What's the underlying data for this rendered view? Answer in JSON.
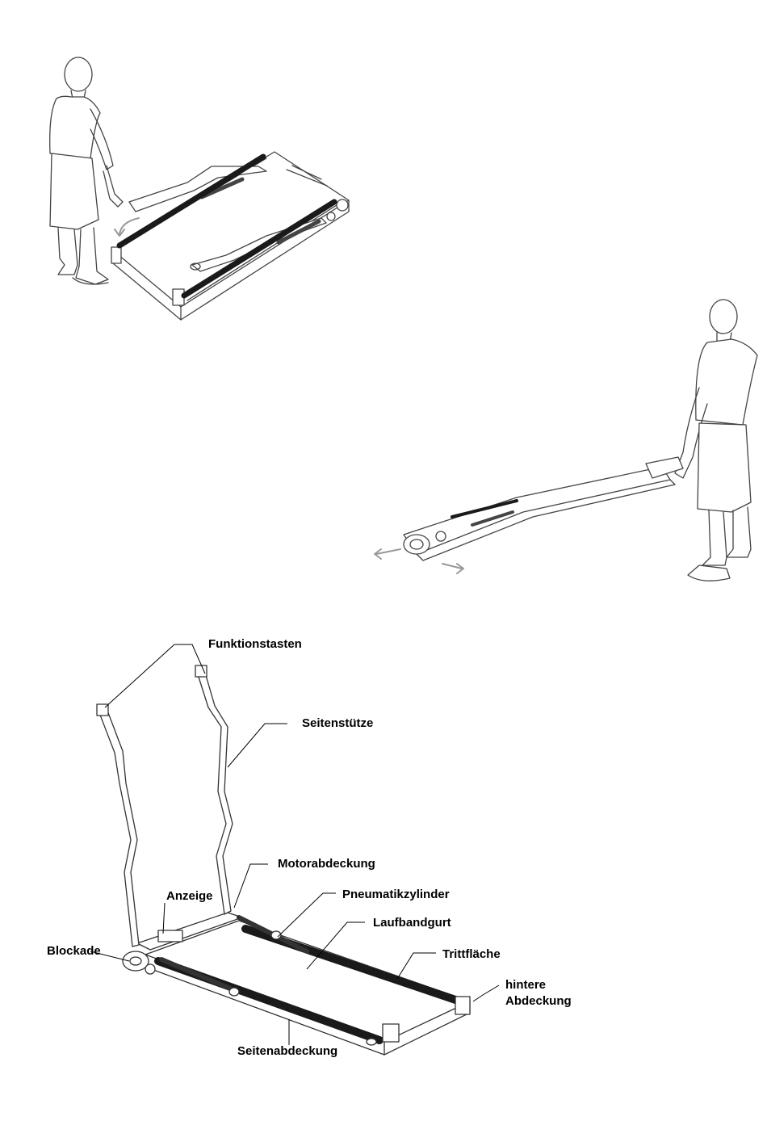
{
  "labels": {
    "funktionstasten": "Funktionstasten",
    "seitenstuetze": "Seitenstütze",
    "motorabdeckung": "Motorabdeckung",
    "anzeige": "Anzeige",
    "pneumatikzylinder": "Pneumatikzylinder",
    "laufbandgurt": "Laufbandgurt",
    "blockade": "Blockade",
    "trittflaeche": "Trittfläche",
    "hintere_abdeckung_1": "hintere",
    "hintere_abdeckung_2": "Abdeckung",
    "seitenabdeckung": "Seitenabdeckung"
  },
  "colors": {
    "line": "#333333",
    "belt": "#1a1a1a",
    "arrow": "#9a9a9a"
  }
}
